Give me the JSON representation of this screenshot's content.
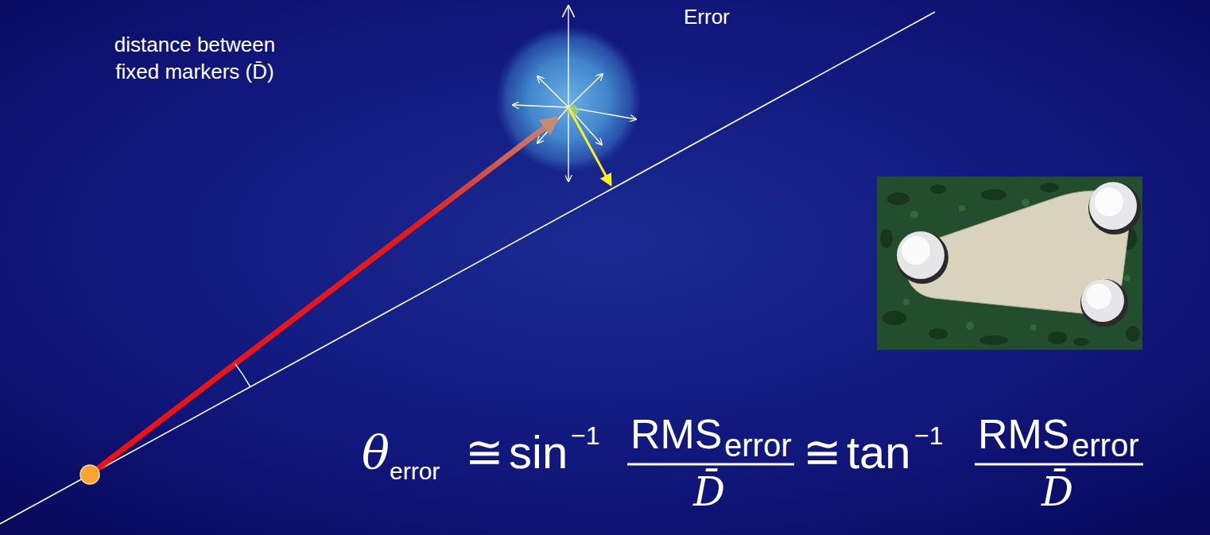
{
  "diagram": {
    "labels": [
      "Error",
      "distance between fixed markers (D̄)",
      "θ",
      "error",
      "≅",
      "sin",
      "−1",
      "RMS",
      "error",
      "D̄",
      "≅",
      "tan",
      "−1",
      "RMS",
      "error",
      "D̄"
    ]
  }
}
